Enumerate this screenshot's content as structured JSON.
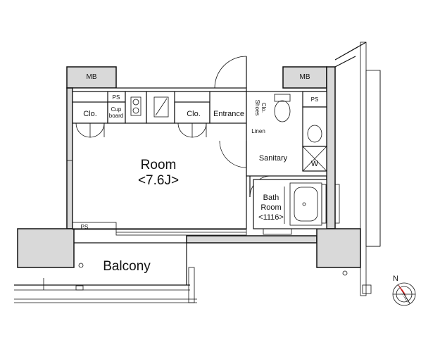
{
  "rooms": {
    "room_name": "Room",
    "room_size": "<7.6J>",
    "balcony": "Balcony",
    "entrance": "Entrance",
    "sanitary": "Sanitary",
    "bath_line1": "Bath",
    "bath_line2": "Room",
    "bath_line3": "<1116>"
  },
  "fixtures": {
    "mb_left": "MB",
    "mb_right": "MB",
    "ps_top_left": "PS",
    "ps_top_right": "PS",
    "ps_bottom": "PS",
    "clo_left": "Clo.",
    "clo_right": "Clo.",
    "cup_line1": "Cup",
    "cup_line2": "board",
    "shoes_line1": "Shoes",
    "shoes_line2": "Clo.",
    "linen": "Linen",
    "washer": "W"
  },
  "compass": {
    "north": "N"
  },
  "colors": {
    "wall_fill": "#d9d9d9",
    "line": "#111111",
    "compass_accent": "#d62020"
  }
}
